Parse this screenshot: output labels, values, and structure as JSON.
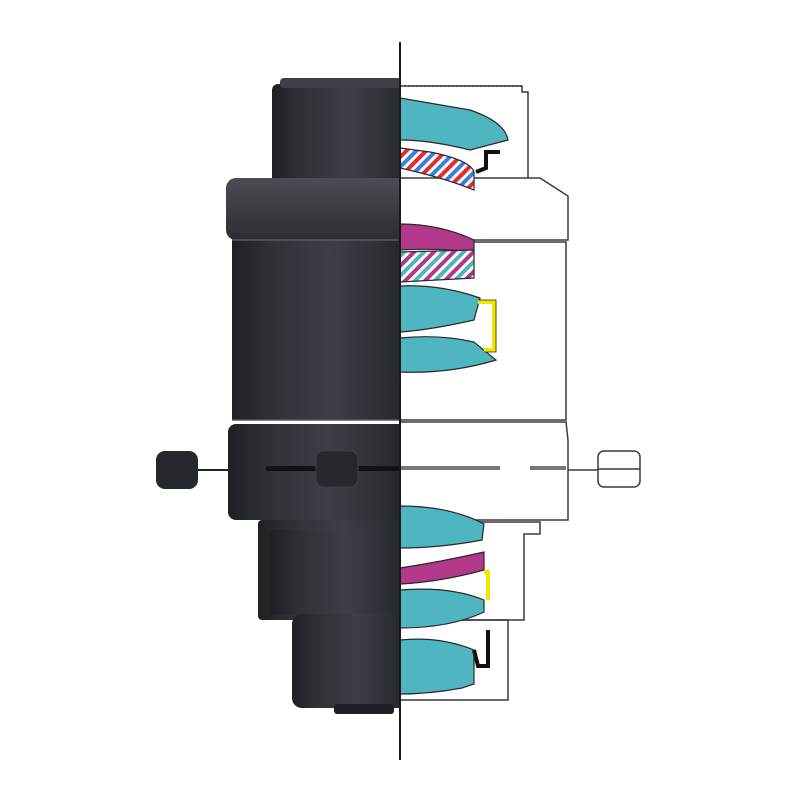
{
  "figure": {
    "subject": "lens-half-render-half-cross-section",
    "colors": {
      "background": "#ffffff",
      "barrel_dark": "#26292d",
      "barrel_mid": "#3a3e43",
      "barrel_light": "#4d5157",
      "outline": "#3a3a3a",
      "axis_line": "#1a1a1a",
      "lens_teal": "#4fb6c1",
      "lens_magenta": "#b2398a",
      "spacer_black": "#111111",
      "spacer_yellow": "#f4e400",
      "hatch_red": "#e32c2c",
      "hatch_blue": "#3b7fe0",
      "hatch_teal": "#4fb6c1",
      "hatch_magenta": "#b2398a"
    },
    "parts": [
      "focus-ring",
      "main-barrel",
      "locking-ring",
      "locking-screw",
      "rear-barrel",
      "mount"
    ],
    "lens_elements": [
      {
        "group": "front",
        "material": "teal"
      },
      {
        "group": "front",
        "material": "red-blue-hatched"
      },
      {
        "group": "middle",
        "material": "magenta"
      },
      {
        "group": "middle",
        "material": "teal-magenta-hatched"
      },
      {
        "group": "middle",
        "material": "teal"
      },
      {
        "group": "middle",
        "material": "teal"
      },
      {
        "group": "rear",
        "material": "teal"
      },
      {
        "group": "rear",
        "material": "magenta"
      },
      {
        "group": "rear",
        "material": "teal"
      },
      {
        "group": "rear",
        "material": "teal"
      }
    ]
  }
}
